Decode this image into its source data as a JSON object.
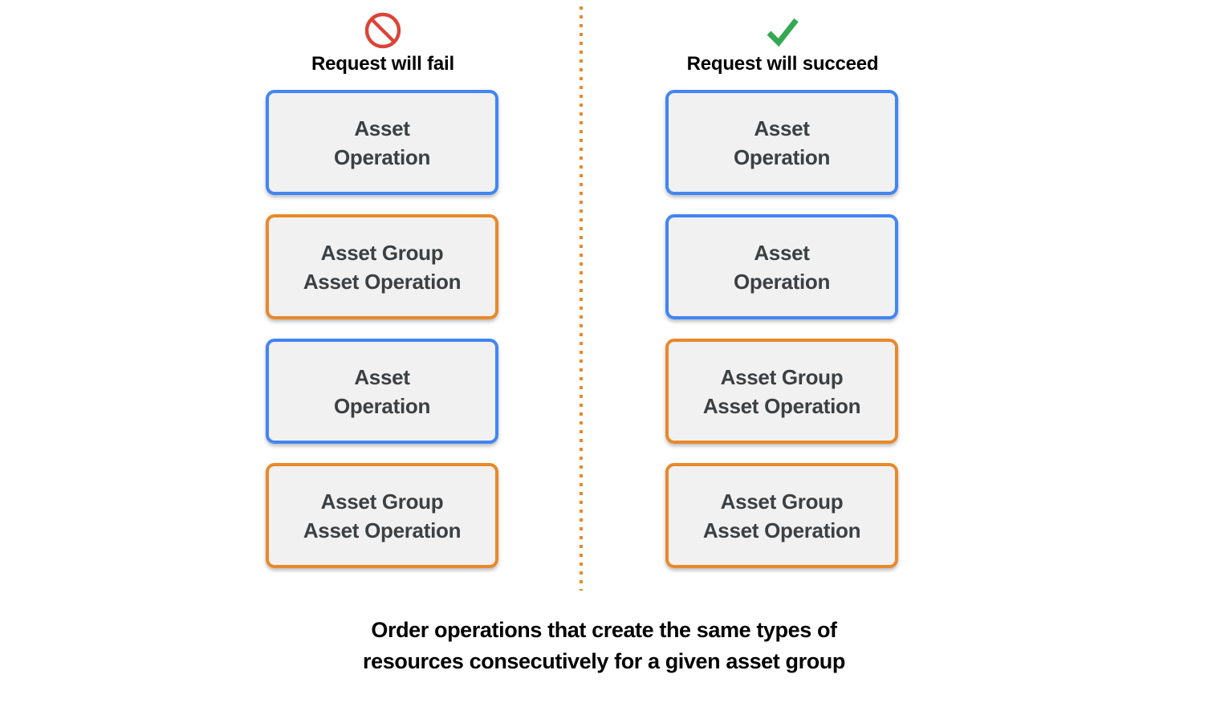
{
  "colors": {
    "background": "#ffffff",
    "box_fill": "#f1f1f1",
    "asset_border": "#4285f4",
    "asset_group_border": "#e8892b",
    "box_text": "#3c4043",
    "header_text": "#000000",
    "fail_icon": "#db4437",
    "succeed_icon": "#34a853",
    "divider": "#e8892b"
  },
  "columns": [
    {
      "id": "fail",
      "icon": "prohibition-icon",
      "header_label": "Request will fail",
      "boxes": [
        {
          "kind": "asset",
          "label": "Asset\nOperation"
        },
        {
          "kind": "asset-group",
          "label": "Asset Group\nAsset Operation"
        },
        {
          "kind": "asset",
          "label": "Asset\nOperation"
        },
        {
          "kind": "asset-group",
          "label": "Asset Group\nAsset Operation"
        }
      ]
    },
    {
      "id": "succeed",
      "icon": "checkmark-icon",
      "header_label": "Request will succeed",
      "boxes": [
        {
          "kind": "asset",
          "label": "Asset\nOperation"
        },
        {
          "kind": "asset",
          "label": "Asset\nOperation"
        },
        {
          "kind": "asset-group",
          "label": "Asset Group\nAsset Operation"
        },
        {
          "kind": "asset-group",
          "label": "Asset Group\nAsset Operation"
        }
      ]
    }
  ],
  "divider": {
    "style": "dotted-vertical"
  },
  "caption": "Order operations that create the same types of\nresources consecutively for a given asset group"
}
